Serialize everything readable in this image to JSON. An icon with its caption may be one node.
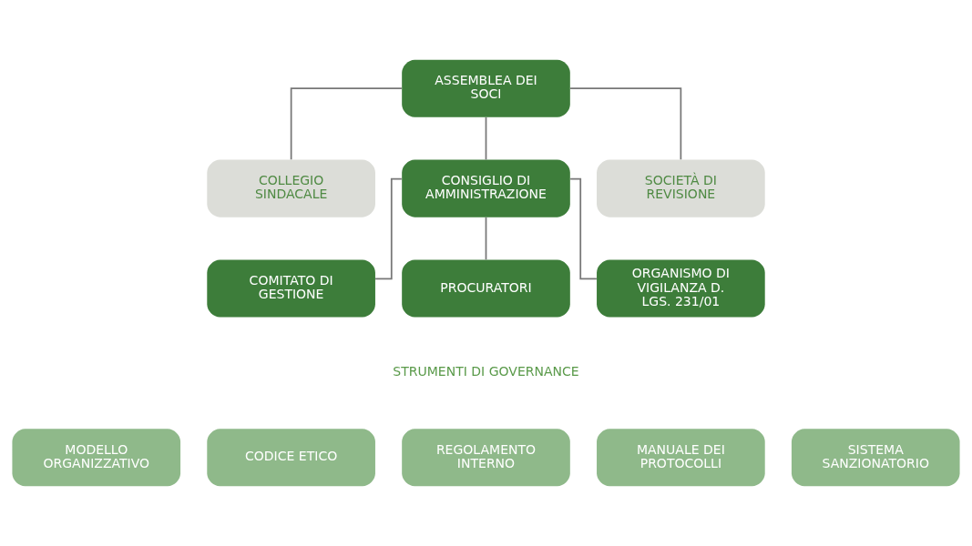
{
  "diagram": {
    "nodes": [
      {
        "text": [
          "ASSEMBLEA DEI SOCI"
        ]
      },
      {
        "text": [
          "COLLEGIO SINDACALE"
        ]
      },
      {
        "text": [
          "CONSIGLIO DI AMMINISTRAZIONE"
        ]
      },
      {
        "text": [
          "SOCIETÀ DI REVISIONE"
        ]
      },
      {
        "text": [
          "COMITATO DI GESTIONE"
        ]
      },
      {
        "text": [
          "PROCURATORI"
        ]
      },
      {
        "text": [
          "ORGANISMO DI VIGILANZA D. LGS. 231/01"
        ]
      },
      {
        "text": [
          "MODELLO ORGANIZZATIVO"
        ]
      },
      {
        "text": [
          "CODICE ETICO"
        ]
      },
      {
        "text": [
          "REGOLAMENTO INTERNO"
        ]
      },
      {
        "text": [
          "MANUALE DEI PROTOCOLLI"
        ]
      },
      {
        "text": [
          "SISTEMA SANZIONATORIO"
        ]
      }
    ],
    "edges": [
      {
        "from": 0,
        "to": 1,
        "arrow": "none"
      },
      {
        "from": 0,
        "to": 2,
        "arrow": "none"
      },
      {
        "from": 0,
        "to": 3,
        "arrow": "none"
      },
      {
        "from": 2,
        "to": 4,
        "arrow": "none"
      },
      {
        "from": 2,
        "to": 5,
        "arrow": "none"
      },
      {
        "from": 2,
        "to": 6,
        "arrow": "none"
      }
    ],
    "labels": [
      "STRUMENTI DI GOVERNANCE"
    ]
  }
}
